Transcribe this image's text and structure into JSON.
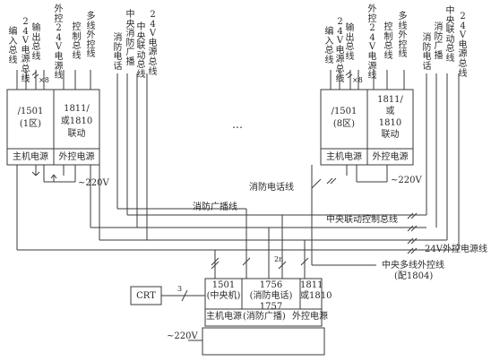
{
  "left_panel": {
    "top_labels": [
      "编入总线",
      "24V电源总线",
      "输出总线",
      "外控24V电源线",
      "控制总线",
      "多线外控线"
    ],
    "count": "×8",
    "module_left": [
      "/1501",
      "(1区)"
    ],
    "module_right": [
      "1811/",
      "或1810",
      "联动"
    ],
    "bottom_left": "主机电源",
    "bottom_right": "外控电源",
    "voltage": "~220V"
  },
  "middle_labels": [
    "消防电话",
    "中央消防广播",
    "中央联动总线",
    "24V电源总线"
  ],
  "ellipsis": "…",
  "right_panel": {
    "top_labels": [
      "编入总线",
      "24V电源总线",
      "输出总线",
      "外控24V电源线",
      "控制总线",
      "多线外控线"
    ],
    "count": "×8",
    "module_left": [
      "/1501",
      "(8区)"
    ],
    "module_right": [
      "1811/",
      "或",
      "1810",
      "联动"
    ],
    "bottom_left": "主机电源",
    "bottom_right": "外控电源",
    "voltage": "~220V",
    "side_labels": [
      "消防电话",
      "消防广播",
      "中央联动总线",
      "24V电源总线"
    ]
  },
  "bus_labels": {
    "phone": "消防电话线",
    "broadcast": "消防广播线",
    "linkage": "中央联动控制总线",
    "power": "24V外控电源线",
    "multiline": "中央多线外控线",
    "multiline_note": "(配1804)"
  },
  "central": {
    "cols": [
      [
        "1501",
        "(中央机)"
      ],
      [
        "1756",
        "(消防电话)"
      ],
      [
        "1757",
        "(消防广播)"
      ],
      [
        "1811",
        "或1810"
      ]
    ],
    "bottom_left": "主机电源",
    "bottom_right": "外控电源",
    "voltage": "~220V",
    "crt": "CRT",
    "crt_wires": "3",
    "wire_count": "2n"
  }
}
